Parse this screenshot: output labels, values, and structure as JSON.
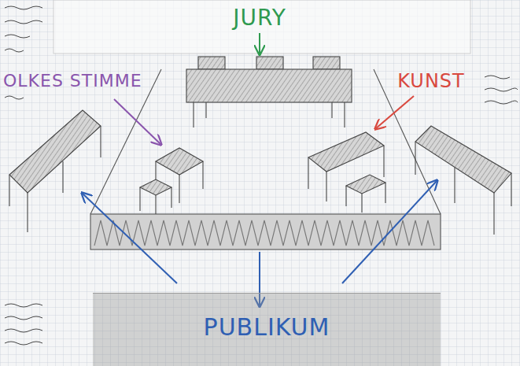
{
  "diagram": {
    "nodes": [
      {
        "text": [
          "PUBLIKUM"
        ]
      }
    ],
    "labels": [
      "JURY",
      "OLKES STIMME",
      "KUNST"
    ]
  }
}
